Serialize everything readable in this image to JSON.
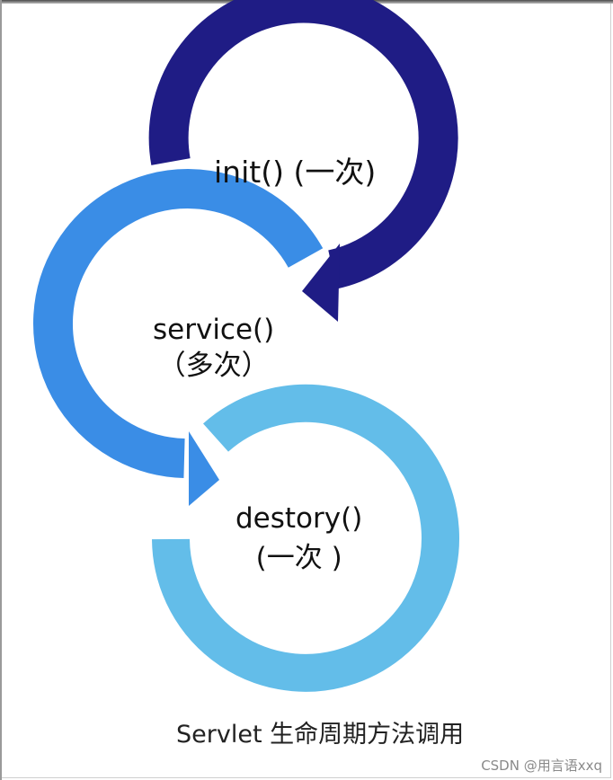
{
  "diagram": {
    "stages": [
      {
        "method": "init()",
        "frequency": "(一次)",
        "color": "#1f1c85"
      },
      {
        "method": "service()",
        "frequency": "（多次）",
        "color": "#3a8de6"
      },
      {
        "method": "destory()",
        "frequency": "(一次 )",
        "color": "#63bde9"
      }
    ],
    "caption": "Servlet 生命周期方法调用"
  },
  "watermark": "CSDN @用言语xxq"
}
